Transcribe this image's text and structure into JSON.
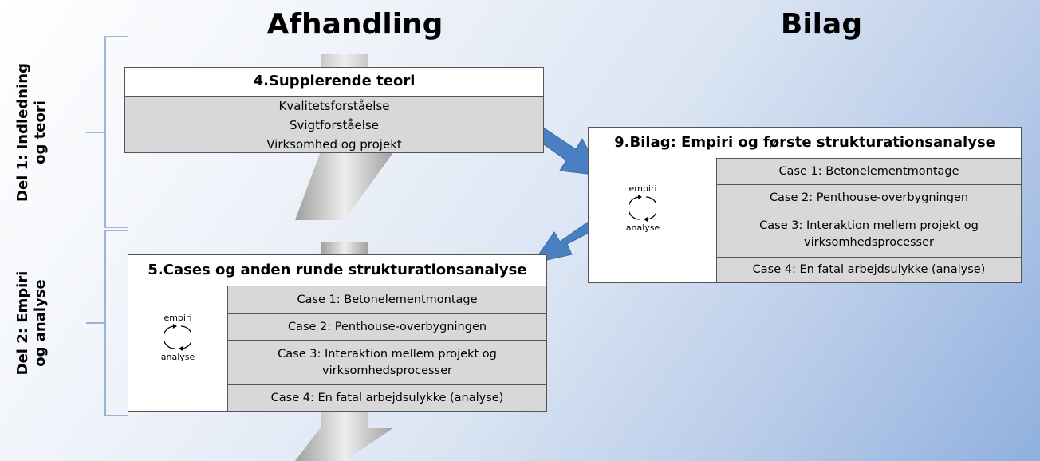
{
  "headings": {
    "left": "Afhandling",
    "right": "Bilag"
  },
  "side_labels": {
    "part1": [
      "Del 1: Indledning",
      "og teori"
    ],
    "part2": [
      "Del 2: Empiri",
      "og analyse"
    ]
  },
  "box4": {
    "title": "4.Supplerende teori",
    "items": [
      "Kvalitetsforståelse",
      "Svigtforståelse",
      "Virksomhed og projekt"
    ]
  },
  "box5": {
    "title": "5.Cases og anden runde strukturationsanalyse",
    "cycle": {
      "top": "empiri",
      "bottom": "analyse"
    },
    "cases": [
      "Case 1: Betonelementmontage",
      "Case 2: Penthouse-overbygningen",
      "Case 3: Interaktion  mellem projekt og virksomhedsprocesser",
      "Case 4: En fatal arbejdsulykke (analyse)"
    ]
  },
  "box9": {
    "title": "9.Bilag: Empiri og første strukturationsanalyse",
    "cycle": {
      "top": "empiri",
      "bottom": "analyse"
    },
    "cases": [
      "Case 1: Betonelementmontage",
      "Case 2: Penthouse-overbygningen",
      "Case 3: Interaktion  mellem projekt og virksomhedsprocesser",
      "Case 4: En fatal arbejdsulykke (analyse)"
    ]
  },
  "colors": {
    "arrow_blue": "#4a7fc1",
    "grey_fill": "#d8d8d8",
    "bracket": "#7f9fc8"
  }
}
